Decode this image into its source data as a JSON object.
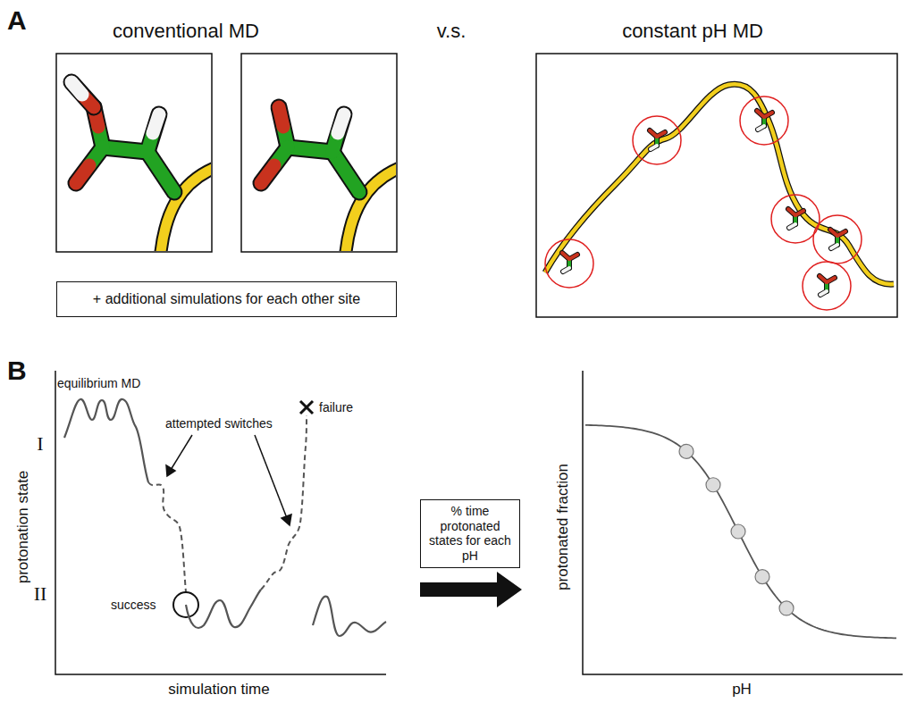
{
  "diagram": {
    "nodes": [
      {
        "text": [
          "+ additional simulations for each other site"
        ]
      },
      {
        "text": [
          "% time protonated states for each pH"
        ]
      }
    ],
    "labels": [
      "A",
      "conventional MD",
      "v.s.",
      "constant pH MD",
      "B",
      "equilibrium MD",
      "I",
      "II",
      "protonation state",
      "attempted switches",
      "failure",
      "success",
      "simulation time",
      "protonated fraction",
      "pH"
    ]
  }
}
